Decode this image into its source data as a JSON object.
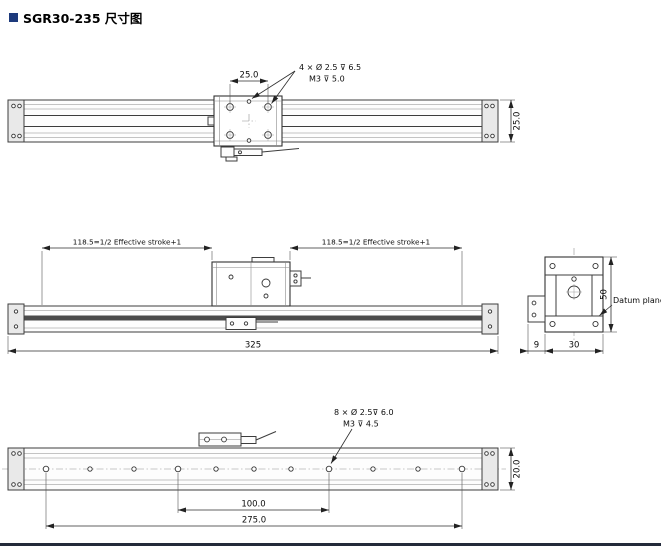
{
  "page": {
    "title": "SGR30-235 尺寸图",
    "accent_color": "#1d3a7c",
    "line_color": "#3d3d3d"
  },
  "top_view": {
    "dim_hole_pitch": "25.0",
    "note_line1": "4 × Ø 2.5 ⊽ 6.5",
    "note_line2": "M3  ⊽ 5.0",
    "dim_width": "25.0"
  },
  "front_view": {
    "dim_left": "118.5=1/2 Effective stroke+1",
    "dim_right": "118.5=1/2 Effective stroke+1",
    "dim_total_length": "325"
  },
  "side_view": {
    "dim_height": "50",
    "dim_sensor_offset": "9",
    "dim_width": "30",
    "datum_label": "Datum plane"
  },
  "bottom_view": {
    "note_line1": "8 × Ø 2.5⊽ 6.0",
    "note_line2": "M3  ⊽ 4.5",
    "dim_hole_span": "100.0",
    "dim_mount_span": "275.0",
    "dim_width": "20.0"
  }
}
